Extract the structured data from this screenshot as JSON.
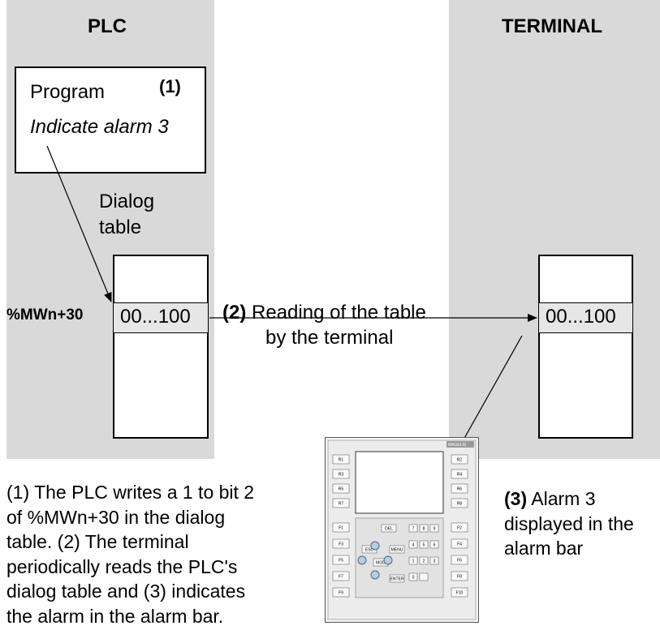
{
  "plc": {
    "heading": "PLC"
  },
  "terminal": {
    "heading": "TERMINAL"
  },
  "program_box": {
    "title": "Program",
    "step": "(1)",
    "action": "Indicate alarm 3"
  },
  "dialog_table_label": [
    "Dialog",
    "table"
  ],
  "word_label": "%MWn+30",
  "plc_cell_value": "00...100",
  "terminal_cell_value": "00...100",
  "reading_label": {
    "step": "(2)",
    "line1": " Reading of the table",
    "line2": "by the terminal"
  },
  "caption_lines": [
    "(1) The PLC writes a 1 to bit 2",
    "of %MWn+30 in the dialog",
    "table. (2) The terminal",
    "periodically reads the PLC's",
    "dialog table and (3) indicates",
    "the alarm in the alarm bar."
  ],
  "alarm_label": {
    "step": "(3)",
    "line1": " Alarm 3",
    "line2": "displayed in the",
    "line3": "alarm bar"
  },
  "device": {
    "brand": "MAGELIS",
    "left_keys": [
      "F1",
      "R1",
      "R3",
      "R5",
      "R7",
      "F3",
      "F5",
      "F7",
      "F9"
    ],
    "right_keys": [
      "R2",
      "R4",
      "R6",
      "R8",
      "F2",
      "F4",
      "F6",
      "F8",
      "F10"
    ],
    "keypad_labels": [
      "DEL",
      "ESC",
      "MENU",
      "MOD",
      "ENTER"
    ],
    "digits": [
      "7",
      "8",
      "9",
      "4",
      "5",
      "6",
      "1",
      "2",
      "3",
      "0",
      "."
    ]
  }
}
